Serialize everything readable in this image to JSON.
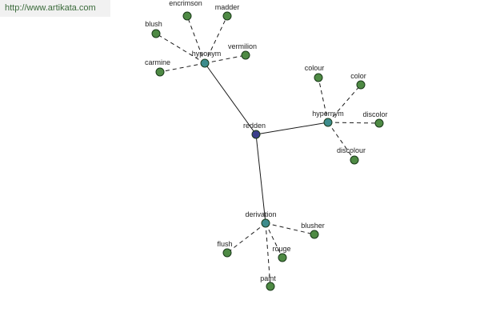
{
  "header": {
    "url": "http://www.artikata.com"
  },
  "colors": {
    "root": "#3a3f8a",
    "hub": "#3d8c8c",
    "leaf": "#4e8a44"
  },
  "graph": {
    "root": "redden",
    "groups": [
      {
        "label": "hyponym",
        "children": [
          "encrimson",
          "madder",
          "blush",
          "vermilion",
          "carmine"
        ]
      },
      {
        "label": "hypernym",
        "children": [
          "colour",
          "color",
          "discolor",
          "discolour"
        ]
      },
      {
        "label": "derivation",
        "children": [
          "blusher",
          "flush",
          "rouge",
          "paint"
        ]
      }
    ]
  }
}
